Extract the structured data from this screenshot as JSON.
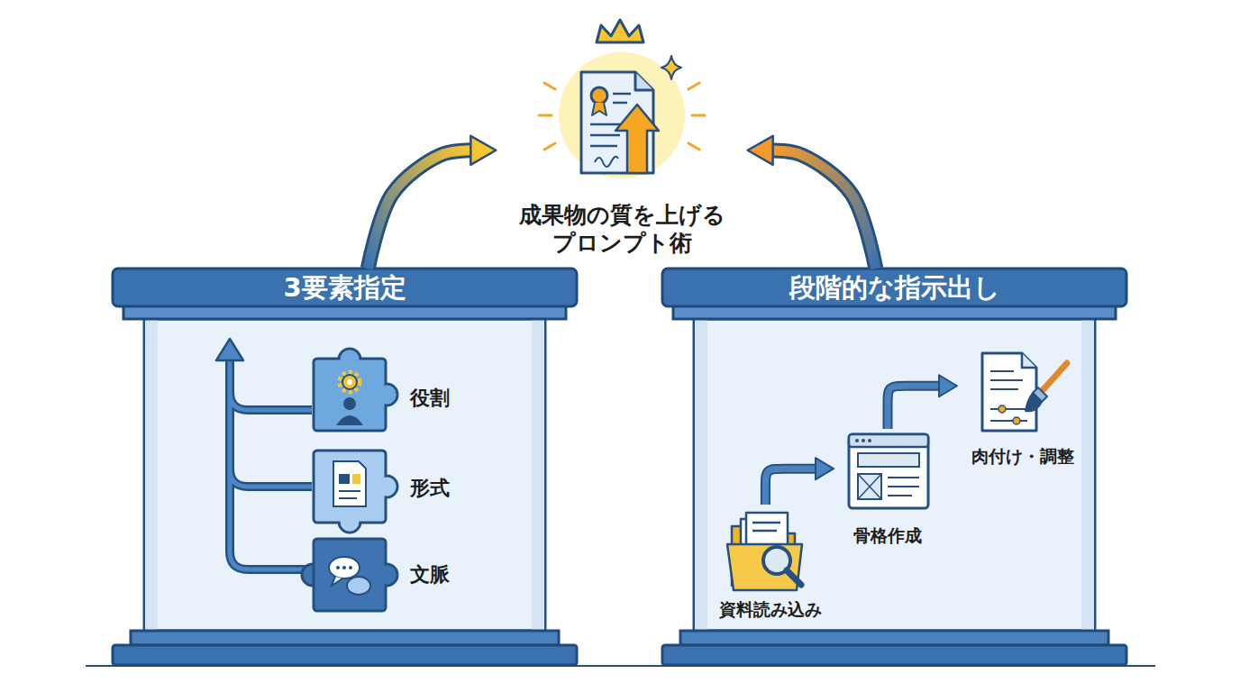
{
  "diagram": {
    "nodes": [
      {
        "text": [
          "成果物の質を上げる プロンプト術"
        ]
      },
      {
        "text": [
          "3要素指定"
        ]
      },
      {
        "text": [
          "役割"
        ],
        "in": 1
      },
      {
        "text": [
          "形式"
        ],
        "in": 1
      },
      {
        "text": [
          "文脈"
        ],
        "in": 1
      },
      {
        "text": [
          "段階的な指示出し"
        ]
      },
      {
        "text": [
          "資料読み込み"
        ],
        "in": 5
      },
      {
        "text": [
          "骨格作成"
        ],
        "in": 5
      },
      {
        "text": [
          "肉付け・調整"
        ],
        "in": 5
      }
    ],
    "edges": [
      {
        "from": 1,
        "to": 0,
        "arrow": "to"
      },
      {
        "from": 5,
        "to": 0,
        "arrow": "to"
      },
      {
        "from": 6,
        "to": 7,
        "arrow": "to"
      },
      {
        "from": 7,
        "to": 8,
        "arrow": "to"
      }
    ]
  }
}
